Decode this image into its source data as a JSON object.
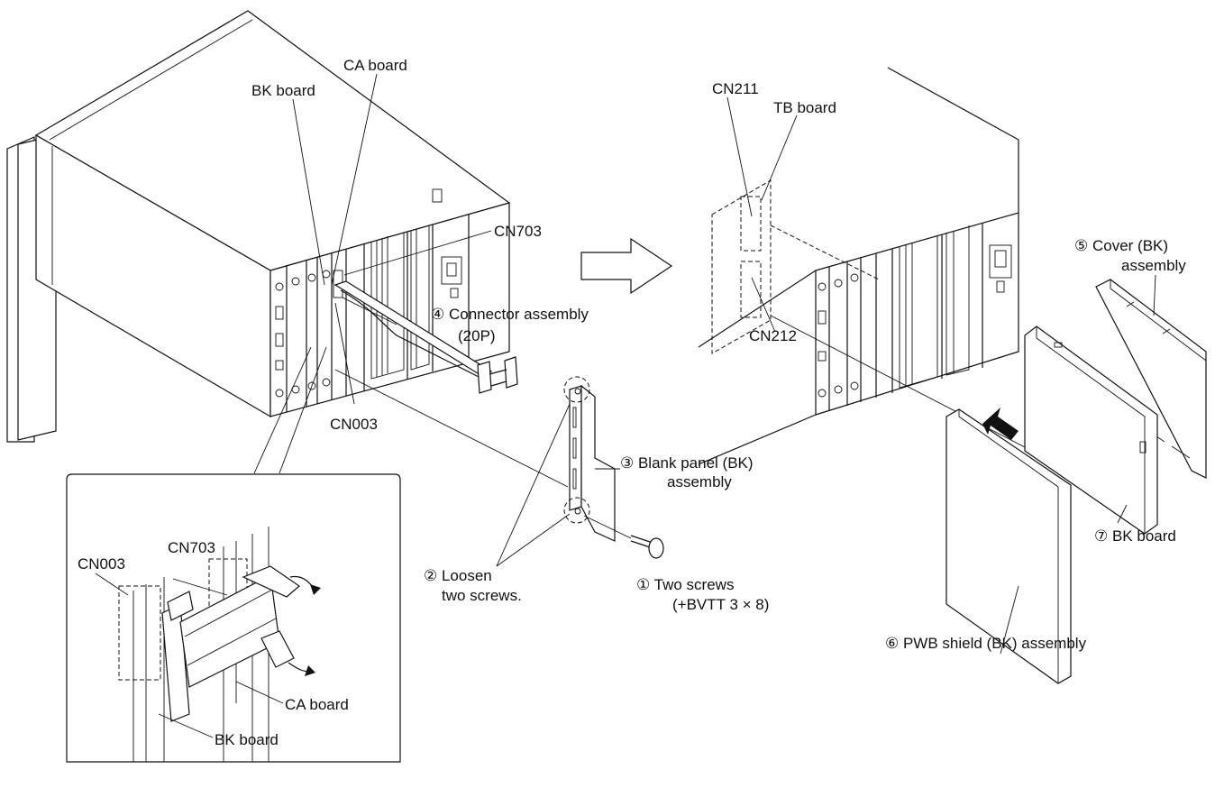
{
  "labels": {
    "ca_board_top": "CA board",
    "bk_board_top": "BK board",
    "cn703_top": "CN703",
    "connector_assembly_1": "④ Connector assembly",
    "connector_assembly_2": "(20P)",
    "cn003_top": "CN003",
    "blank_panel_1": "③ Blank panel (BK)",
    "blank_panel_2": "assembly",
    "loosen_1": "② Loosen",
    "loosen_2": "two screws.",
    "two_screws_1": "① Two screws",
    "two_screws_2": "(+BVTT 3 × 8)",
    "cn211": "CN211",
    "tb_board": "TB board",
    "cn212": "CN212",
    "cover_bk_1": "⑤ Cover (BK)",
    "cover_bk_2": "assembly",
    "bk_board_right": "⑦ BK board",
    "pwb_shield": "⑥ PWB shield (BK) assembly",
    "inset_cn703": "CN703",
    "inset_cn003": "CN003",
    "inset_ca_board": "CA board",
    "inset_bk_board": "BK board"
  }
}
